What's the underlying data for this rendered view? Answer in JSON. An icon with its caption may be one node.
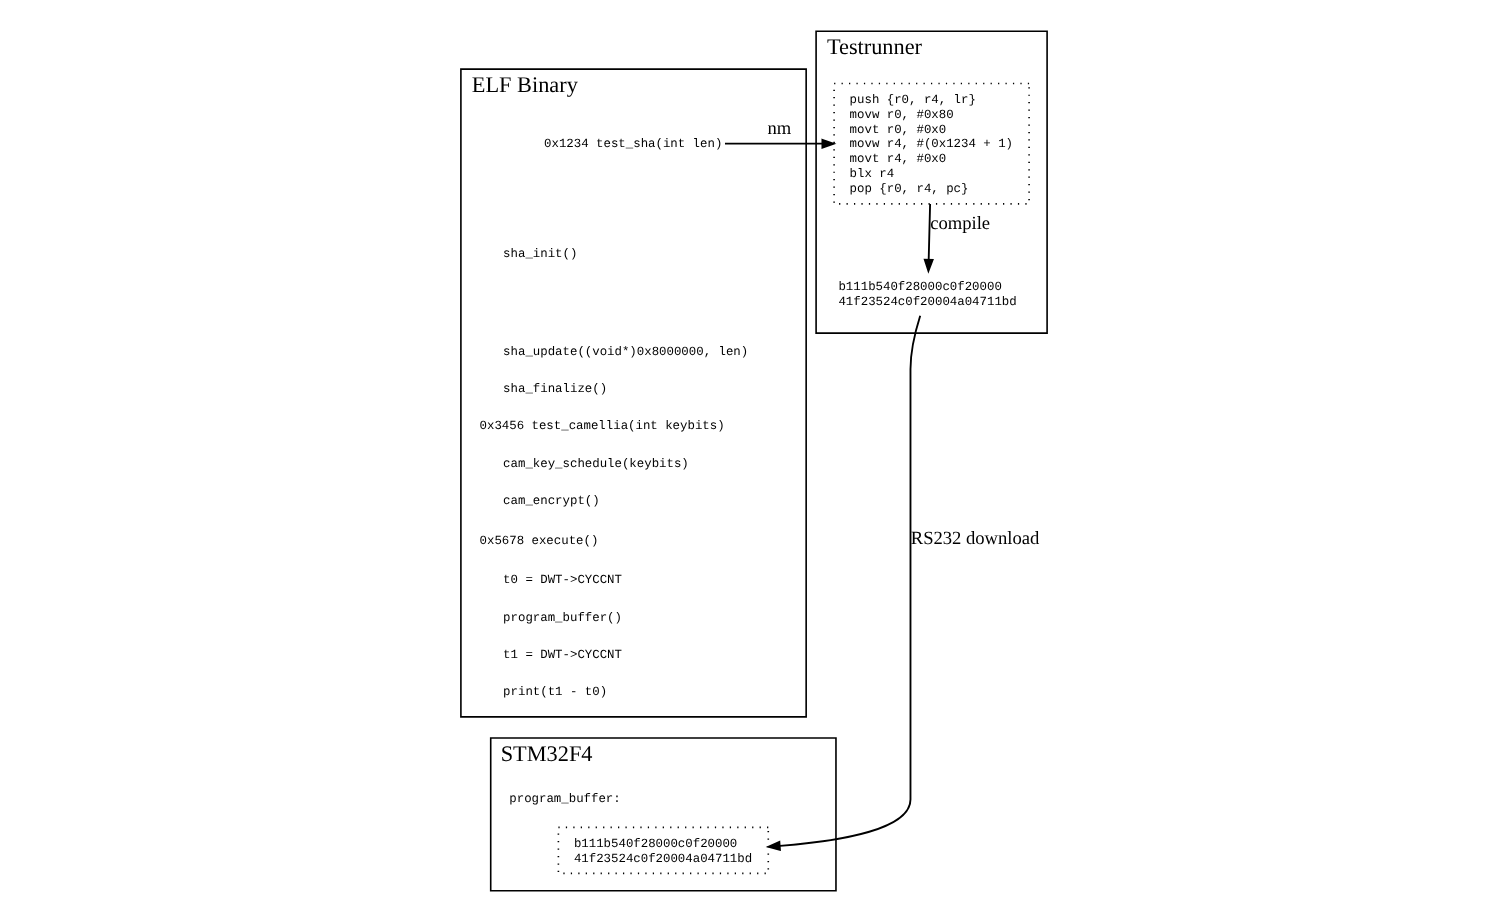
{
  "diagram": {
    "nodes": [
      {
        "text": [
          "ELF Binary"
        ]
      },
      {
        "text": [
          "0x1234 test_sha(int len)"
        ],
        "in": 0
      },
      {
        "text": [
          "Testrunner"
        ]
      },
      {
        "text": [
          "push {r0, r4, lr}",
          "movw r0, #0x80",
          "movt r0, #0x0",
          "movw r4, #(0x1234 + 1)",
          "movt r4, #0x0",
          "blx r4",
          "pop {r0, r4, pc}"
        ],
        "in": 2
      },
      {
        "text": [
          "b111b540f28000c0f20000",
          "41f23524c0f20004a04711bd"
        ],
        "in": 2
      },
      {
        "text": [
          "STM32F4"
        ]
      },
      {
        "text": [
          "b111b540f28000c0f20000",
          "41f23524c0f20004a04711bd"
        ],
        "in": 5
      }
    ],
    "edges": [
      {
        "from": 1,
        "to": 3,
        "arrow": "to",
        "label": "nm"
      },
      {
        "from": 3,
        "to": 4,
        "arrow": "to",
        "label": "compile"
      },
      {
        "from": 4,
        "to": 6,
        "arrow": "to",
        "label": "RS232 download"
      }
    ],
    "labels": [
      "sha_init()",
      "sha_update((void*)0x8000000, len)",
      "sha_finalize()",
      "0x3456 test_camellia(int keybits)",
      "cam_key_schedule(keybits)",
      "cam_encrypt()",
      "0x5678 execute()",
      "t0 = DWT->CYCCNT",
      "program_buffer()",
      "t1 = DWT->CYCCNT",
      "print(t1 - t0)",
      "program_buffer:"
    ]
  }
}
